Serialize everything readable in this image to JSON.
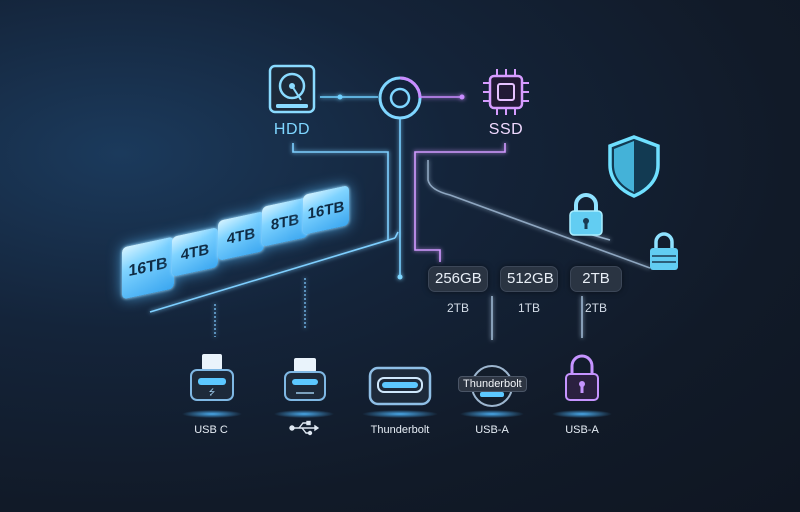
{
  "top": {
    "hdd_label": "HDD",
    "ssd_label": "SSD"
  },
  "capacity_cards": [
    "16TB",
    "4TB",
    "4TB",
    "8TB",
    "16TB"
  ],
  "storage_chips": [
    {
      "value": "256GB",
      "sub": "2TB"
    },
    {
      "value": "512GB",
      "sub": "1TB"
    },
    {
      "value": "2TB",
      "sub": "2TB"
    }
  ],
  "ports": [
    {
      "label": "USB C",
      "icon": "usb-c-port-icon"
    },
    {
      "label": "⬽⊸",
      "icon": "usb-symbol-port-icon"
    },
    {
      "label": "Thunderbolt",
      "icon": "thunderbolt-port-icon"
    },
    {
      "label": "USB-A",
      "icon": "usb-a-port-icon",
      "badge": "Thunderbolt"
    },
    {
      "label": "USB-A",
      "icon": "lock-port-icon"
    }
  ],
  "icons": [
    "hard-disk-icon",
    "hub-ring-icon",
    "cpu-chip-icon",
    "shield-icon",
    "padlock-icon",
    "small-padlock-icon"
  ],
  "colors": {
    "accent_blue": "#5cc8ff",
    "accent_purple": "#c88cff",
    "background": "#111a28"
  }
}
